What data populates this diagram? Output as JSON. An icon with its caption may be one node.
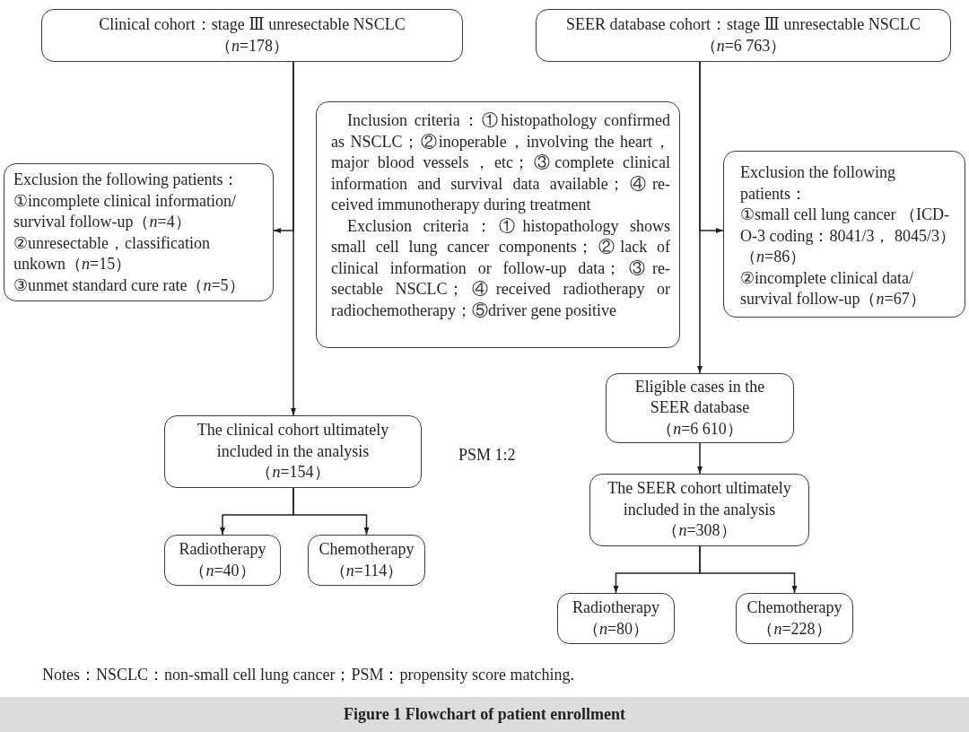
{
  "diagram": {
    "caption": "Figure 1 Flowchart of patient enrollment",
    "nodes": [
      {
        "text": [
          "Clinical cohort：stage Ⅲ unresectable NSCLC",
          "（*n*=178）"
        ]
      },
      {
        "text": [
          "SEER database cohort：stage Ⅲ unresectable NSCLC",
          "（*n*=6 763）"
        ]
      },
      {
        "text": [
          "Inclusion criteria：①histopathology confirmed as NSCLC；②inoperable，involving the heart，major blood vessels，etc；③complete clinical information and survival data available；④re-ceived immunotherapy during treatment",
          "Exclusion criteria：①histopathology shows small cell lung cancer components；②lack of clinical information or follow-up data；③re-sectable NSCLC；④received radiotherapy or radiochemotherapy；⑤driver gene positive"
        ]
      },
      {
        "text": [
          "Exclusion the following patients：",
          "①incomplete clinical information/ survival follow-up（*n*=4）",
          "②unresectable，classification unkown（*n*=15）",
          "③unmet standard cure rate（*n*=5）"
        ]
      },
      {
        "text": [
          "Exclusion the following patients：",
          "①small cell lung cancer （ICD-O-3 coding：8041/3， 8045/3）（*n*=86）",
          "②incomplete clinical data/ survival follow-up（*n*=67）"
        ]
      },
      {
        "text": [
          "Eligible cases in the SEER database",
          "（*n*=6 610）"
        ]
      },
      {
        "text": [
          "The clinical cohort ultimately included in the analysis",
          "（*n*=154）"
        ]
      },
      {
        "text": [
          "The SEER cohort ultimately included in the analysis",
          "（*n*=308）"
        ]
      },
      {
        "text": [
          "Radiotherapy",
          "（*n*=40）"
        ]
      },
      {
        "text": [
          "Chemotherapy",
          "（*n*=114）"
        ]
      },
      {
        "text": [
          "Radiotherapy",
          "（*n*=80）"
        ]
      },
      {
        "text": [
          "Chemotherapy",
          "（*n*=228）"
        ]
      }
    ],
    "edges": [
      {
        "from": 0,
        "to": 3,
        "arrow": "to"
      },
      {
        "from": 0,
        "to": 6,
        "arrow": "to"
      },
      {
        "from": 1,
        "to": 4,
        "arrow": "to"
      },
      {
        "from": 1,
        "to": 5,
        "arrow": "to"
      },
      {
        "from": 5,
        "to": 7,
        "arrow": "to"
      },
      {
        "from": 6,
        "to": 8,
        "arrow": "to"
      },
      {
        "from": 6,
        "to": 9,
        "arrow": "to"
      },
      {
        "from": 7,
        "to": 10,
        "arrow": "to"
      },
      {
        "from": 7,
        "to": 11,
        "arrow": "to"
      }
    ],
    "labels": [
      "PSM 1:2",
      "Notes：NSCLC：non-small cell lung cancer；PSM：propensity score matching."
    ]
  }
}
